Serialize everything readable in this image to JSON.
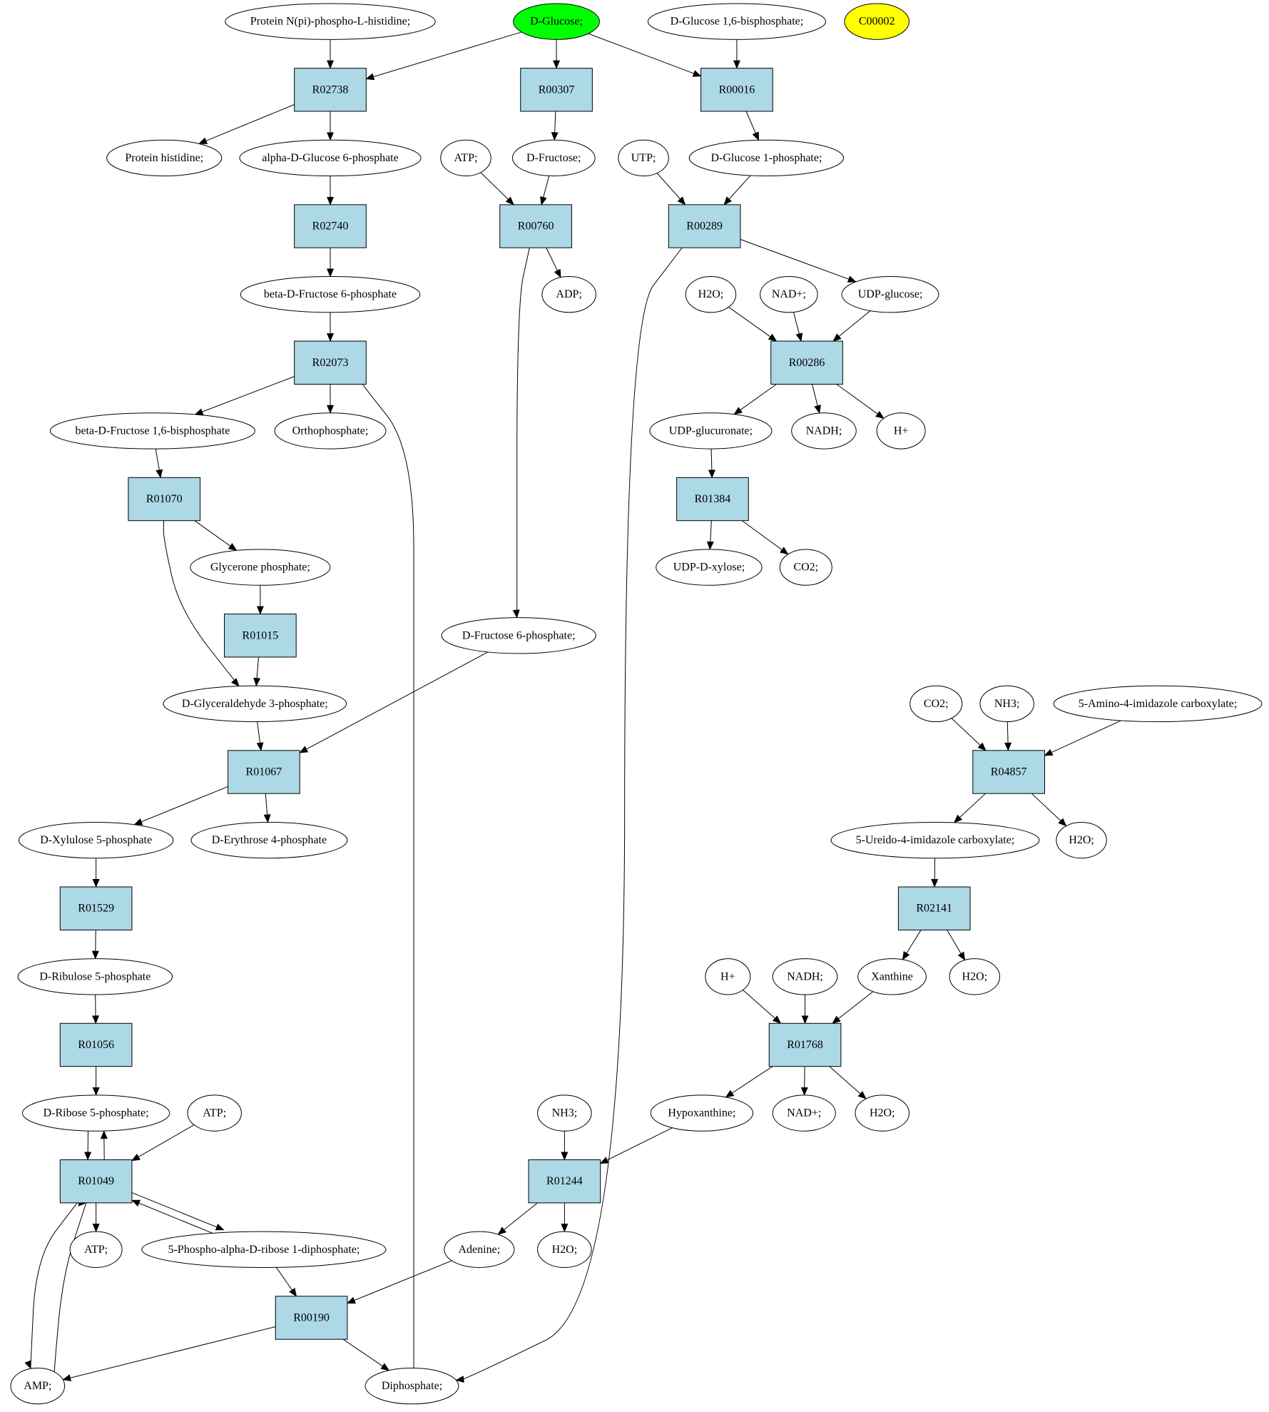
{
  "diagram": {
    "type": "metabolic-pathway-graph",
    "colors": {
      "reaction_fill": "#add8e6",
      "compound_fill": "#ffffff",
      "start_fill": "#00ff00",
      "highlight_fill": "#ffff00",
      "stroke": "#000000"
    },
    "nodes": [
      {
        "id": "c_prot_nphis",
        "kind": "compound",
        "label": "Protein N(pi)-phospho-L-histidine;"
      },
      {
        "id": "c_dglucose",
        "kind": "compound",
        "style": "start",
        "label": "D-Glucose;"
      },
      {
        "id": "c_g16bp",
        "kind": "compound",
        "label": "D-Glucose 1,6-bisphosphate;"
      },
      {
        "id": "c_c00002",
        "kind": "compound",
        "style": "highlight",
        "label": "C00002"
      },
      {
        "id": "r_R02738",
        "kind": "reaction",
        "label": "R02738"
      },
      {
        "id": "r_R00307",
        "kind": "reaction",
        "label": "R00307"
      },
      {
        "id": "r_R00016",
        "kind": "reaction",
        "label": "R00016"
      },
      {
        "id": "c_prot_his",
        "kind": "compound",
        "label": "Protein histidine;"
      },
      {
        "id": "c_ag6p",
        "kind": "compound",
        "label": "alpha-D-Glucose 6-phosphate"
      },
      {
        "id": "c_atp1",
        "kind": "compound",
        "label": "ATP;"
      },
      {
        "id": "c_dfructose",
        "kind": "compound",
        "label": "D-Fructose;"
      },
      {
        "id": "c_utp",
        "kind": "compound",
        "label": "UTP;"
      },
      {
        "id": "c_g1p",
        "kind": "compound",
        "label": "D-Glucose 1-phosphate;"
      },
      {
        "id": "r_R02740",
        "kind": "reaction",
        "label": "R02740"
      },
      {
        "id": "r_R00760",
        "kind": "reaction",
        "label": "R00760"
      },
      {
        "id": "r_R00289",
        "kind": "reaction",
        "label": "R00289"
      },
      {
        "id": "c_bf6p",
        "kind": "compound",
        "label": "beta-D-Fructose 6-phosphate"
      },
      {
        "id": "c_adp",
        "kind": "compound",
        "label": "ADP;"
      },
      {
        "id": "c_h2o1",
        "kind": "compound",
        "label": "H2O;"
      },
      {
        "id": "c_nad1",
        "kind": "compound",
        "label": "NAD+;"
      },
      {
        "id": "c_udpglc",
        "kind": "compound",
        "label": "UDP-glucose;"
      },
      {
        "id": "r_R02073",
        "kind": "reaction",
        "label": "R02073"
      },
      {
        "id": "r_R00286",
        "kind": "reaction",
        "label": "R00286"
      },
      {
        "id": "c_bf16bp",
        "kind": "compound",
        "label": "beta-D-Fructose 1,6-bisphosphate"
      },
      {
        "id": "c_pi",
        "kind": "compound",
        "label": "Orthophosphate;"
      },
      {
        "id": "c_udpglcA",
        "kind": "compound",
        "label": "UDP-glucuronate;"
      },
      {
        "id": "c_nadh1",
        "kind": "compound",
        "label": "NADH;"
      },
      {
        "id": "c_h1",
        "kind": "compound",
        "label": "H+"
      },
      {
        "id": "r_R01070",
        "kind": "reaction",
        "label": "R01070"
      },
      {
        "id": "r_R01384",
        "kind": "reaction",
        "label": "R01384"
      },
      {
        "id": "c_dhap",
        "kind": "compound",
        "label": "Glycerone phosphate;"
      },
      {
        "id": "c_udpxyl",
        "kind": "compound",
        "label": "UDP-D-xylose;"
      },
      {
        "id": "c_co2a",
        "kind": "compound",
        "label": "CO2;"
      },
      {
        "id": "r_R01015",
        "kind": "reaction",
        "label": "R01015"
      },
      {
        "id": "c_df6p",
        "kind": "compound",
        "label": "D-Fructose 6-phosphate;"
      },
      {
        "id": "c_g3p",
        "kind": "compound",
        "label": "D-Glyceraldehyde 3-phosphate;"
      },
      {
        "id": "c_co2b",
        "kind": "compound",
        "label": "CO2;"
      },
      {
        "id": "c_nh3a",
        "kind": "compound",
        "label": "NH3;"
      },
      {
        "id": "c_aicarb",
        "kind": "compound",
        "label": "5-Amino-4-imidazole carboxylate;"
      },
      {
        "id": "r_R01067",
        "kind": "reaction",
        "label": "R01067"
      },
      {
        "id": "r_R04857",
        "kind": "reaction",
        "label": "R04857"
      },
      {
        "id": "c_xu5p",
        "kind": "compound",
        "label": "D-Xylulose 5-phosphate"
      },
      {
        "id": "c_e4p",
        "kind": "compound",
        "label": "D-Erythrose 4-phosphate"
      },
      {
        "id": "c_uicarb",
        "kind": "compound",
        "label": "5-Ureido-4-imidazole carboxylate;"
      },
      {
        "id": "c_h2o2",
        "kind": "compound",
        "label": "H2O;"
      },
      {
        "id": "r_R01529",
        "kind": "reaction",
        "label": "R01529"
      },
      {
        "id": "r_R02141",
        "kind": "reaction",
        "label": "R02141"
      },
      {
        "id": "c_ru5p",
        "kind": "compound",
        "label": "D-Ribulose 5-phosphate"
      },
      {
        "id": "c_h2",
        "kind": "compound",
        "label": "H+"
      },
      {
        "id": "c_nadh2",
        "kind": "compound",
        "label": "NADH;"
      },
      {
        "id": "c_xanthine",
        "kind": "compound",
        "label": "Xanthine"
      },
      {
        "id": "c_h2o3",
        "kind": "compound",
        "label": "H2O;"
      },
      {
        "id": "r_R01056",
        "kind": "reaction",
        "label": "R01056"
      },
      {
        "id": "r_R01768",
        "kind": "reaction",
        "label": "R01768"
      },
      {
        "id": "c_r5p",
        "kind": "compound",
        "label": "D-Ribose 5-phosphate;"
      },
      {
        "id": "c_atp2",
        "kind": "compound",
        "label": "ATP;"
      },
      {
        "id": "c_nh3b",
        "kind": "compound",
        "label": "NH3;"
      },
      {
        "id": "c_hypox",
        "kind": "compound",
        "label": "Hypoxanthine;"
      },
      {
        "id": "c_nad2",
        "kind": "compound",
        "label": "NAD+;"
      },
      {
        "id": "c_h2o4",
        "kind": "compound",
        "label": "H2O;"
      },
      {
        "id": "r_R01049",
        "kind": "reaction",
        "label": "R01049"
      },
      {
        "id": "r_R01244",
        "kind": "reaction",
        "label": "R01244"
      },
      {
        "id": "c_atp3",
        "kind": "compound",
        "label": "ATP;"
      },
      {
        "id": "c_prpp",
        "kind": "compound",
        "label": "5-Phospho-alpha-D-ribose 1-diphosphate;"
      },
      {
        "id": "c_adenine",
        "kind": "compound",
        "label": "Adenine;"
      },
      {
        "id": "c_h2o5",
        "kind": "compound",
        "label": "H2O;"
      },
      {
        "id": "r_R00190",
        "kind": "reaction",
        "label": "R00190"
      },
      {
        "id": "c_amp",
        "kind": "compound",
        "label": "AMP;"
      },
      {
        "id": "c_ppi",
        "kind": "compound",
        "label": "Diphosphate;"
      }
    ],
    "edges": [
      [
        "c_prot_nphis",
        "r_R02738"
      ],
      [
        "c_dglucose",
        "r_R02738"
      ],
      [
        "c_dglucose",
        "r_R00307"
      ],
      [
        "c_dglucose",
        "r_R00016"
      ],
      [
        "c_g16bp",
        "r_R00016"
      ],
      [
        "r_R02738",
        "c_prot_his"
      ],
      [
        "r_R02738",
        "c_ag6p"
      ],
      [
        "r_R00307",
        "c_dfructose"
      ],
      [
        "r_R00016",
        "c_g1p"
      ],
      [
        "c_ag6p",
        "r_R02740"
      ],
      [
        "c_atp1",
        "r_R00760"
      ],
      [
        "c_dfructose",
        "r_R00760"
      ],
      [
        "c_utp",
        "r_R00289"
      ],
      [
        "c_g1p",
        "r_R00289"
      ],
      [
        "r_R02740",
        "c_bf6p"
      ],
      [
        "r_R00760",
        "c_adp"
      ],
      [
        "r_R00760",
        "c_df6p"
      ],
      [
        "r_R00289",
        "c_udpglc"
      ],
      [
        "r_R00289",
        "c_ppi"
      ],
      [
        "c_bf6p",
        "r_R02073"
      ],
      [
        "c_h2o1",
        "r_R00286"
      ],
      [
        "c_nad1",
        "r_R00286"
      ],
      [
        "c_udpglc",
        "r_R00286"
      ],
      [
        "r_R02073",
        "c_bf16bp"
      ],
      [
        "r_R02073",
        "c_pi"
      ],
      [
        "c_ppi",
        "r_R02073"
      ],
      [
        "r_R00286",
        "c_udpglcA"
      ],
      [
        "r_R00286",
        "c_nadh1"
      ],
      [
        "r_R00286",
        "c_h1"
      ],
      [
        "c_bf16bp",
        "r_R01070"
      ],
      [
        "c_udpglcA",
        "r_R01384"
      ],
      [
        "r_R01070",
        "c_dhap"
      ],
      [
        "r_R01070",
        "c_g3p"
      ],
      [
        "r_R01384",
        "c_udpxyl"
      ],
      [
        "r_R01384",
        "c_co2a"
      ],
      [
        "c_dhap",
        "r_R01015"
      ],
      [
        "r_R01015",
        "c_g3p"
      ],
      [
        "c_g3p",
        "r_R01067"
      ],
      [
        "c_df6p",
        "r_R01067"
      ],
      [
        "c_co2b",
        "r_R04857"
      ],
      [
        "c_nh3a",
        "r_R04857"
      ],
      [
        "c_aicarb",
        "r_R04857"
      ],
      [
        "r_R01067",
        "c_xu5p"
      ],
      [
        "r_R01067",
        "c_e4p"
      ],
      [
        "r_R04857",
        "c_uicarb"
      ],
      [
        "r_R04857",
        "c_h2o2"
      ],
      [
        "c_xu5p",
        "r_R01529"
      ],
      [
        "c_uicarb",
        "r_R02141"
      ],
      [
        "r_R01529",
        "c_ru5p"
      ],
      [
        "r_R02141",
        "c_xanthine"
      ],
      [
        "r_R02141",
        "c_h2o3"
      ],
      [
        "c_ru5p",
        "r_R01056"
      ],
      [
        "c_h2",
        "r_R01768"
      ],
      [
        "c_nadh2",
        "r_R01768"
      ],
      [
        "c_xanthine",
        "r_R01768"
      ],
      [
        "r_R01056",
        "c_r5p"
      ],
      [
        "r_R01768",
        "c_hypox"
      ],
      [
        "r_R01768",
        "c_nad2"
      ],
      [
        "r_R01768",
        "c_h2o4"
      ],
      [
        "c_r5p",
        "r_R01049"
      ],
      [
        "r_R01049",
        "c_r5p"
      ],
      [
        "c_atp2",
        "r_R01049"
      ],
      [
        "c_nh3b",
        "r_R01244"
      ],
      [
        "c_hypox",
        "r_R01244"
      ],
      [
        "r_R01049",
        "c_atp3"
      ],
      [
        "r_R01049",
        "c_prpp"
      ],
      [
        "c_prpp",
        "r_R01049"
      ],
      [
        "r_R01049",
        "c_amp"
      ],
      [
        "c_amp",
        "r_R01049"
      ],
      [
        "c_prpp",
        "r_R00190"
      ],
      [
        "r_R01244",
        "c_adenine"
      ],
      [
        "r_R01244",
        "c_h2o5"
      ],
      [
        "c_adenine",
        "r_R00190"
      ],
      [
        "r_R00190",
        "c_amp"
      ],
      [
        "r_R00190",
        "c_ppi"
      ]
    ]
  }
}
